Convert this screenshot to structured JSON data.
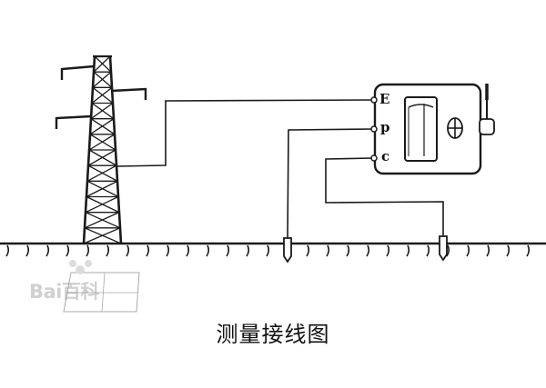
{
  "caption": "测量接线图",
  "meter": {
    "terminals": [
      "E",
      "p",
      "c"
    ]
  },
  "watermark": "Bai百科",
  "colors": {
    "line": "#1a1a1a",
    "background": "#ffffff"
  }
}
